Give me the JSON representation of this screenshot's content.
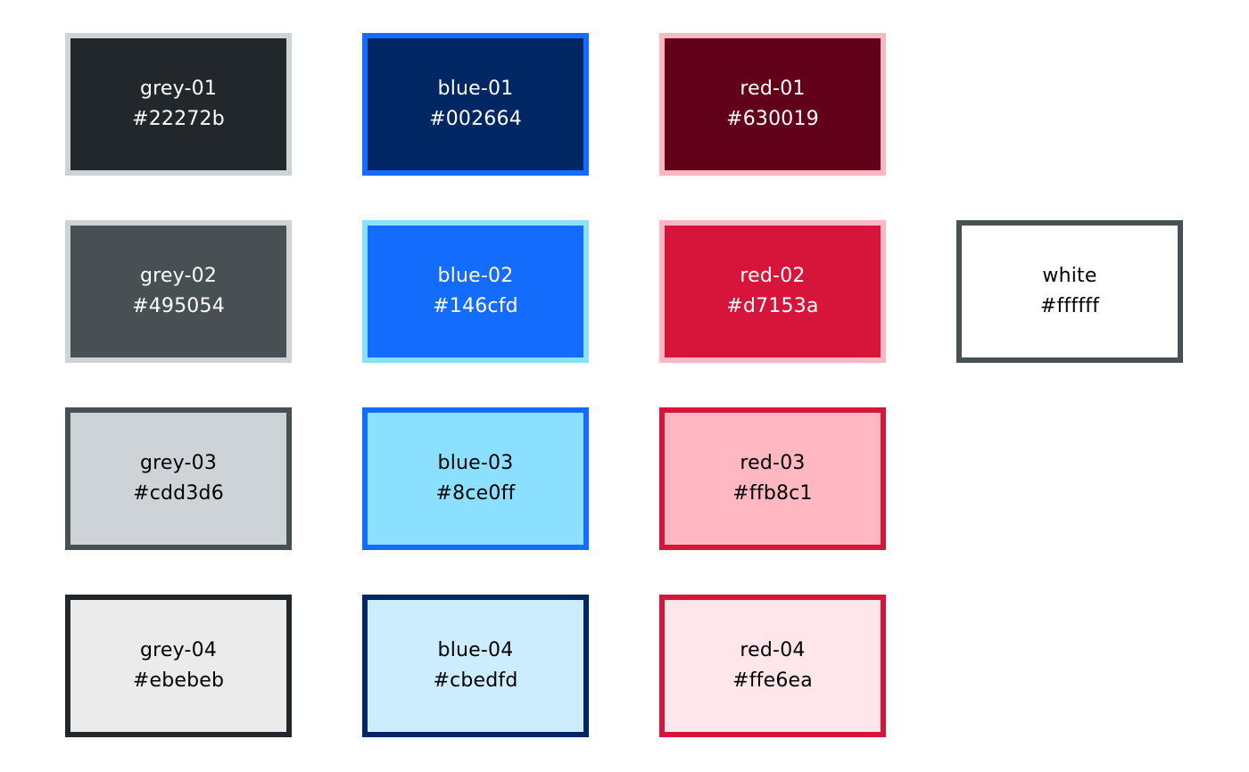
{
  "swatches": [
    {
      "id": "grey-01",
      "name": "grey-01",
      "hex": "#22272b",
      "fill": "#22272b",
      "border": "#cdd3d6",
      "text": "#ffffff"
    },
    {
      "id": "blue-01",
      "name": "blue-01",
      "hex": "#002664",
      "fill": "#002664",
      "border": "#146cfd",
      "text": "#ffffff"
    },
    {
      "id": "red-01",
      "name": "red-01",
      "hex": "#630019",
      "fill": "#630019",
      "border": "#ffb8c1",
      "text": "#ffffff"
    },
    {
      "id": "grey-02",
      "name": "grey-02",
      "hex": "#495054",
      "fill": "#495054",
      "border": "#cdd3d6",
      "text": "#ffffff"
    },
    {
      "id": "blue-02",
      "name": "blue-02",
      "hex": "#146cfd",
      "fill": "#146cfd",
      "border": "#8ce0ff",
      "text": "#ffffff"
    },
    {
      "id": "red-02",
      "name": "red-02",
      "hex": "#d7153a",
      "fill": "#d7153a",
      "border": "#ffb8c1",
      "text": "#ffffff"
    },
    {
      "id": "white",
      "name": "white",
      "hex": "#ffffff",
      "fill": "#ffffff",
      "border": "#495054",
      "text": "#000000"
    },
    {
      "id": "grey-03",
      "name": "grey-03",
      "hex": "#cdd3d6",
      "fill": "#cdd3d6",
      "border": "#495054",
      "text": "#000000"
    },
    {
      "id": "blue-03",
      "name": "blue-03",
      "hex": "#8ce0ff",
      "fill": "#8ce0ff",
      "border": "#146cfd",
      "text": "#000000"
    },
    {
      "id": "red-03",
      "name": "red-03",
      "hex": "#ffb8c1",
      "fill": "#ffb8c1",
      "border": "#d7153a",
      "text": "#000000"
    },
    {
      "id": "grey-04",
      "name": "grey-04",
      "hex": "#ebebeb",
      "fill": "#ebebeb",
      "border": "#22272b",
      "text": "#000000"
    },
    {
      "id": "blue-04",
      "name": "blue-04",
      "hex": "#cbedfd",
      "fill": "#cbedfd",
      "border": "#002664",
      "text": "#000000"
    },
    {
      "id": "red-04",
      "name": "red-04",
      "hex": "#ffe6ea",
      "fill": "#ffe6ea",
      "border": "#d7153a",
      "text": "#000000"
    }
  ]
}
